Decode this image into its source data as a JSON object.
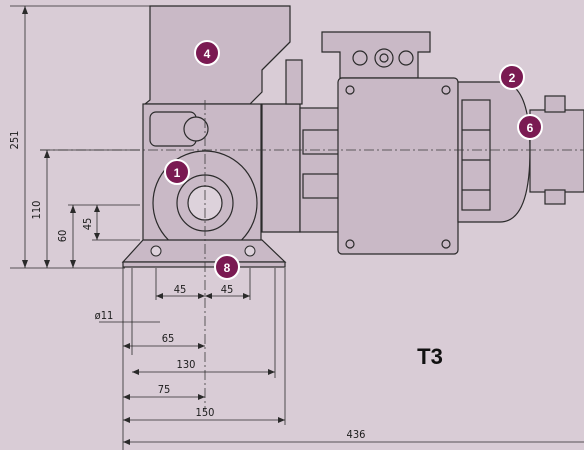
{
  "title": "T3",
  "dimensions": {
    "total_height": "251",
    "shaft_height": "110",
    "foot_60": "60",
    "foot_45_vertical": "45",
    "foot_45_left": "45",
    "foot_45_right": "45",
    "hole_diameter": "ø11",
    "width_65": "65",
    "width_130": "130",
    "width_75": "75",
    "width_150": "150",
    "total_length": "436"
  },
  "callouts": {
    "c1": "1",
    "c2": "2",
    "c4": "4",
    "c6": "6",
    "c8": "8"
  },
  "colors": {
    "background": "#d9ccd6",
    "body_fill": "#c9b9c6",
    "badge": "#7a1a52",
    "line": "#2a2a2a"
  }
}
